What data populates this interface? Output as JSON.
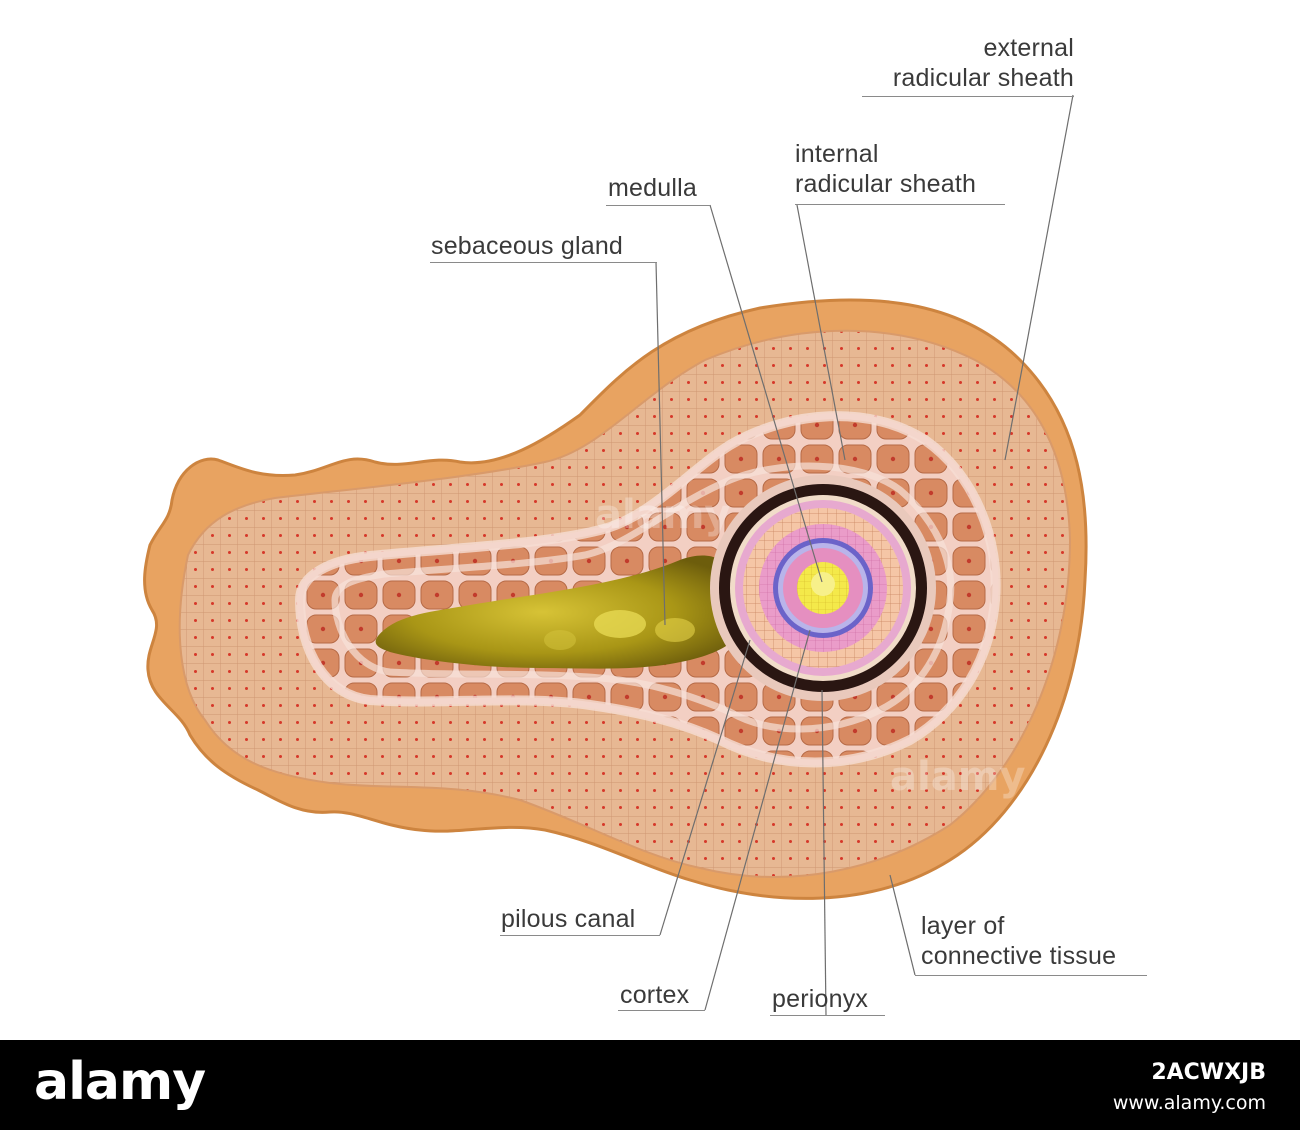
{
  "labels": {
    "external_sheath": [
      "external",
      "radicular sheath"
    ],
    "internal_sheath": [
      "internal",
      "radicular sheath"
    ],
    "medulla": "medulla",
    "sebaceous_gland": "sebaceous gland",
    "pilous_canal": "pilous canal",
    "cortex": "cortex",
    "perionyx": "perionyx",
    "connective_tissue": [
      "layer of",
      "connective tissue"
    ]
  },
  "watermark": "alamy",
  "footer": {
    "brand": "alamy",
    "image_id": "2ACWXJB",
    "url": "www.alamy.com"
  },
  "colors": {
    "connective_tissue": "#e8a361",
    "outer_sheath": "#e3b38f",
    "inner_sheath": "#f0c9bb",
    "cell_fill": "#d9845f",
    "sebum": "#9c8a16",
    "perionyx_ring": "#2a1612",
    "cortex": "#e58fc0",
    "medulla": "#f2e53a",
    "cuticle_ring": "#6b63c9"
  }
}
